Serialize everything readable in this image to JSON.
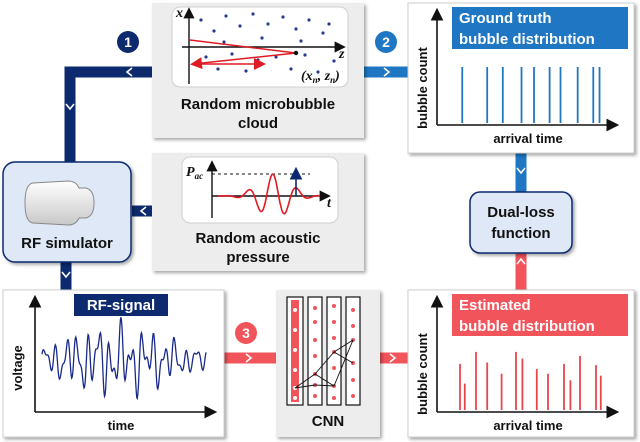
{
  "badges": {
    "b1": "1",
    "b2": "2",
    "b3": "3"
  },
  "microbubble": {
    "label_line1": "Random microbubble",
    "label_line2": "cloud",
    "axis_x": "z",
    "axis_y": "x",
    "coord_label": "(x_n, z_n)"
  },
  "ground_truth": {
    "title_line1": "Ground truth",
    "title_line2": "bubble distribution",
    "ylabel": "bubble count",
    "xlabel": "arrival time",
    "arrivals": [
      0.04,
      0.2,
      0.3,
      0.42,
      0.5,
      0.6,
      0.67,
      0.78,
      0.88,
      0.92
    ],
    "color": "#1f77c4"
  },
  "rf_simulator": {
    "label": "RF simulator"
  },
  "acoustic": {
    "label_line1": "Random acoustic",
    "label_line2": "pressure",
    "axis_y": "P",
    "axis_y_sub": "ac",
    "axis_x": "t"
  },
  "dual_loss": {
    "line1": "Dual-loss",
    "line2": "function"
  },
  "rf_signal": {
    "title": "RF-signal",
    "ylabel": "voltage",
    "xlabel": "time"
  },
  "cnn": {
    "label": "CNN"
  },
  "estimated": {
    "title_line1": "Estimated",
    "title_line2": "bubble distribution",
    "ylabel": "bubble count",
    "xlabel": "arrival time",
    "arrivals": [
      0.05,
      0.08,
      0.15,
      0.22,
      0.31,
      0.4,
      0.44,
      0.53,
      0.6,
      0.7,
      0.74,
      0.8,
      0.9,
      0.93
    ],
    "heights": [
      0.7,
      0.4,
      0.88,
      0.72,
      0.55,
      0.88,
      0.78,
      0.62,
      0.55,
      0.7,
      0.45,
      0.82,
      0.68,
      0.52
    ],
    "color": "#e8474c"
  },
  "colors": {
    "navy": "#0d2a6e",
    "blue": "#1f77c4",
    "red": "#f2545b",
    "panel_gray": "#ededed",
    "panel_blue": "#dfe8f6"
  }
}
